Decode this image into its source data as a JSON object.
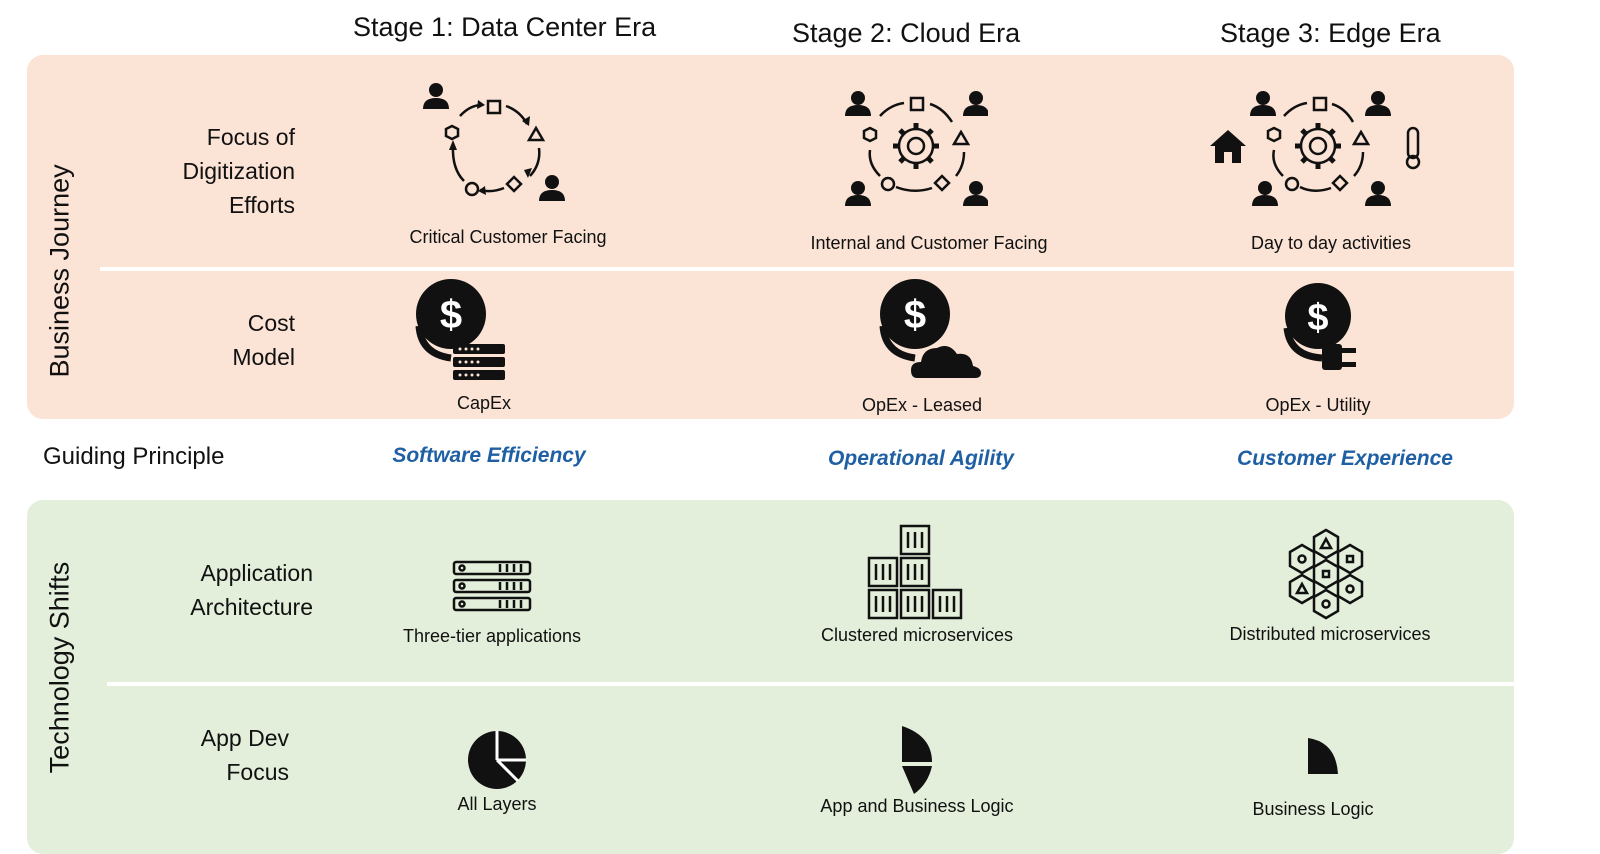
{
  "stages": [
    {
      "title": "Stage 1: Data Center Era"
    },
    {
      "title": "Stage 2: Cloud Era"
    },
    {
      "title": "Stage 3: Edge Era"
    }
  ],
  "business_journey": {
    "label": "Business Journey",
    "focus_label": [
      "Focus of",
      "Digitization",
      "Efforts"
    ],
    "focus_captions": [
      "Critical Customer Facing",
      "Internal and Customer Facing",
      "Day to day activities"
    ],
    "cost_label": [
      "Cost",
      "Model"
    ],
    "cost_captions": [
      "CapEx",
      "OpEx - Leased",
      "OpEx - Utility"
    ]
  },
  "guiding_principle": {
    "label": "Guiding Principle",
    "values": [
      "Software Efficiency",
      "Operational Agility",
      "Customer Experience"
    ]
  },
  "technology_shifts": {
    "label": "Technology Shifts",
    "arch_label": [
      "Application",
      "Architecture"
    ],
    "arch_captions": [
      "Three-tier applications",
      "Clustered microservices",
      "Distributed microservices"
    ],
    "appdev_label": [
      "App Dev",
      "Focus"
    ],
    "appdev_captions": [
      "All Layers",
      "App and Business Logic",
      "Business Logic"
    ]
  },
  "icons": {
    "focus": [
      "cycle-with-two-users-icon",
      "cycle-gear-four-users-icon",
      "cycle-gear-users-house-thermometer-icon"
    ],
    "cost": [
      "dollar-coin-server-icon",
      "dollar-coin-cloud-icon",
      "dollar-coin-plug-icon"
    ],
    "arch": [
      "three-tier-server-icon",
      "clustered-containers-icon",
      "hexagon-microservices-icon"
    ],
    "appdev": [
      "pie-all-layers-icon",
      "pie-partial-icon",
      "pie-slice-icon"
    ]
  },
  "colors": {
    "business_band": "#fbe3d5",
    "tech_band": "#e3efdb",
    "principle_text": "#1f5fa3"
  }
}
